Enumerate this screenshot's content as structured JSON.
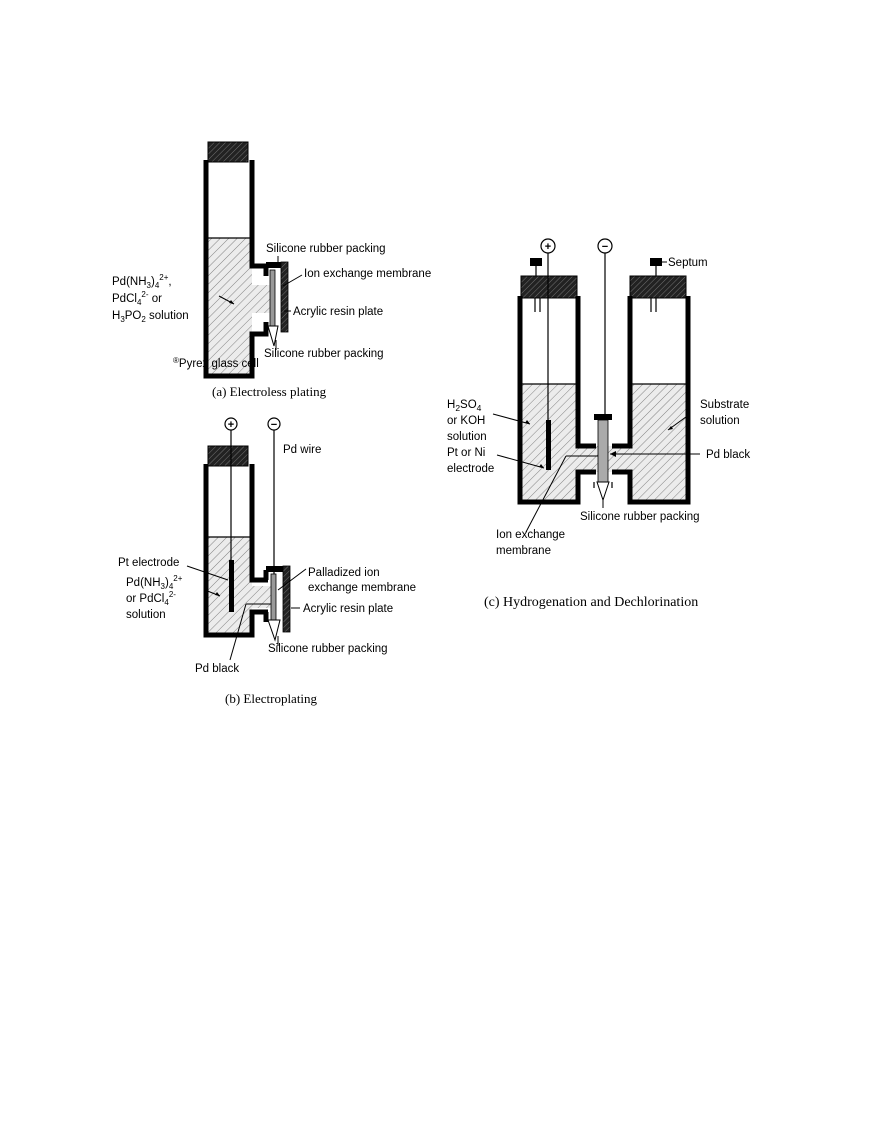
{
  "diagram_a": {
    "caption": "(a)  Electroless plating",
    "labels": {
      "solution_line1": "Pd(NH",
      "solution_line1_sub": "3",
      "solution_line1_rest": ")",
      "solution_line1_sub2": "4",
      "solution_line1_sup": "2+",
      "solution_line1_end": ",",
      "solution_line2": "PdCl",
      "solution_line2_sub": "4",
      "solution_line2_sup": "2-",
      "solution_line2_end": "  or",
      "solution_line3": "H",
      "solution_line3_sub": "3",
      "solution_line3_mid": "PO",
      "solution_line3_sub2": "2",
      "solution_line3_end": " solution",
      "silicone_top": "Silicone rubber packing",
      "membrane": "Ion exchange membrane",
      "acrylic": "Acrylic resin plate",
      "silicone_bottom": "Silicone rubber packing",
      "pyrex_mark": "®",
      "pyrex": "Pyrex glass cell"
    }
  },
  "diagram_b": {
    "caption": "(b)  Electroplating",
    "labels": {
      "plus": "+",
      "minus": "−",
      "pd_wire": "Pd wire",
      "pt_electrode": "Pt electrode",
      "sol_line1": "Pd(NH",
      "sol_line1_sub": "3",
      "sol_line1_rest": ")",
      "sol_line1_sub2": "4",
      "sol_line1_sup": "2+",
      "sol_line2": "or PdCl",
      "sol_line2_sub": "4",
      "sol_line2_sup": "2-",
      "sol_line3": "solution",
      "palladized_1": "Palladized ion",
      "palladized_2": "exchange membrane",
      "acrylic": "Acrylic resin plate",
      "silicone": "Silicone rubber packing",
      "pd_black": "Pd black"
    }
  },
  "diagram_c": {
    "caption": "(c)  Hydrogenation and Dechlorination",
    "labels": {
      "plus": "+",
      "minus": "−",
      "septum": "Septum",
      "acid_1": "H",
      "acid_1_sub": "2",
      "acid_1_rest": "SO",
      "acid_1_sub2": "4",
      "acid_2": "or KOH",
      "acid_3": "solution",
      "electrode_1": "Pt or Ni",
      "electrode_2": "electrode",
      "substrate_1": "Substrate",
      "substrate_2": "solution",
      "pd_black": "Pd black",
      "silicone": "Silicone rubber packing",
      "membrane_1": "Ion exchange",
      "membrane_2": "membrane"
    }
  },
  "colors": {
    "ink": "#000000",
    "paper": "#ffffff",
    "fill": "#e6e6e6"
  }
}
